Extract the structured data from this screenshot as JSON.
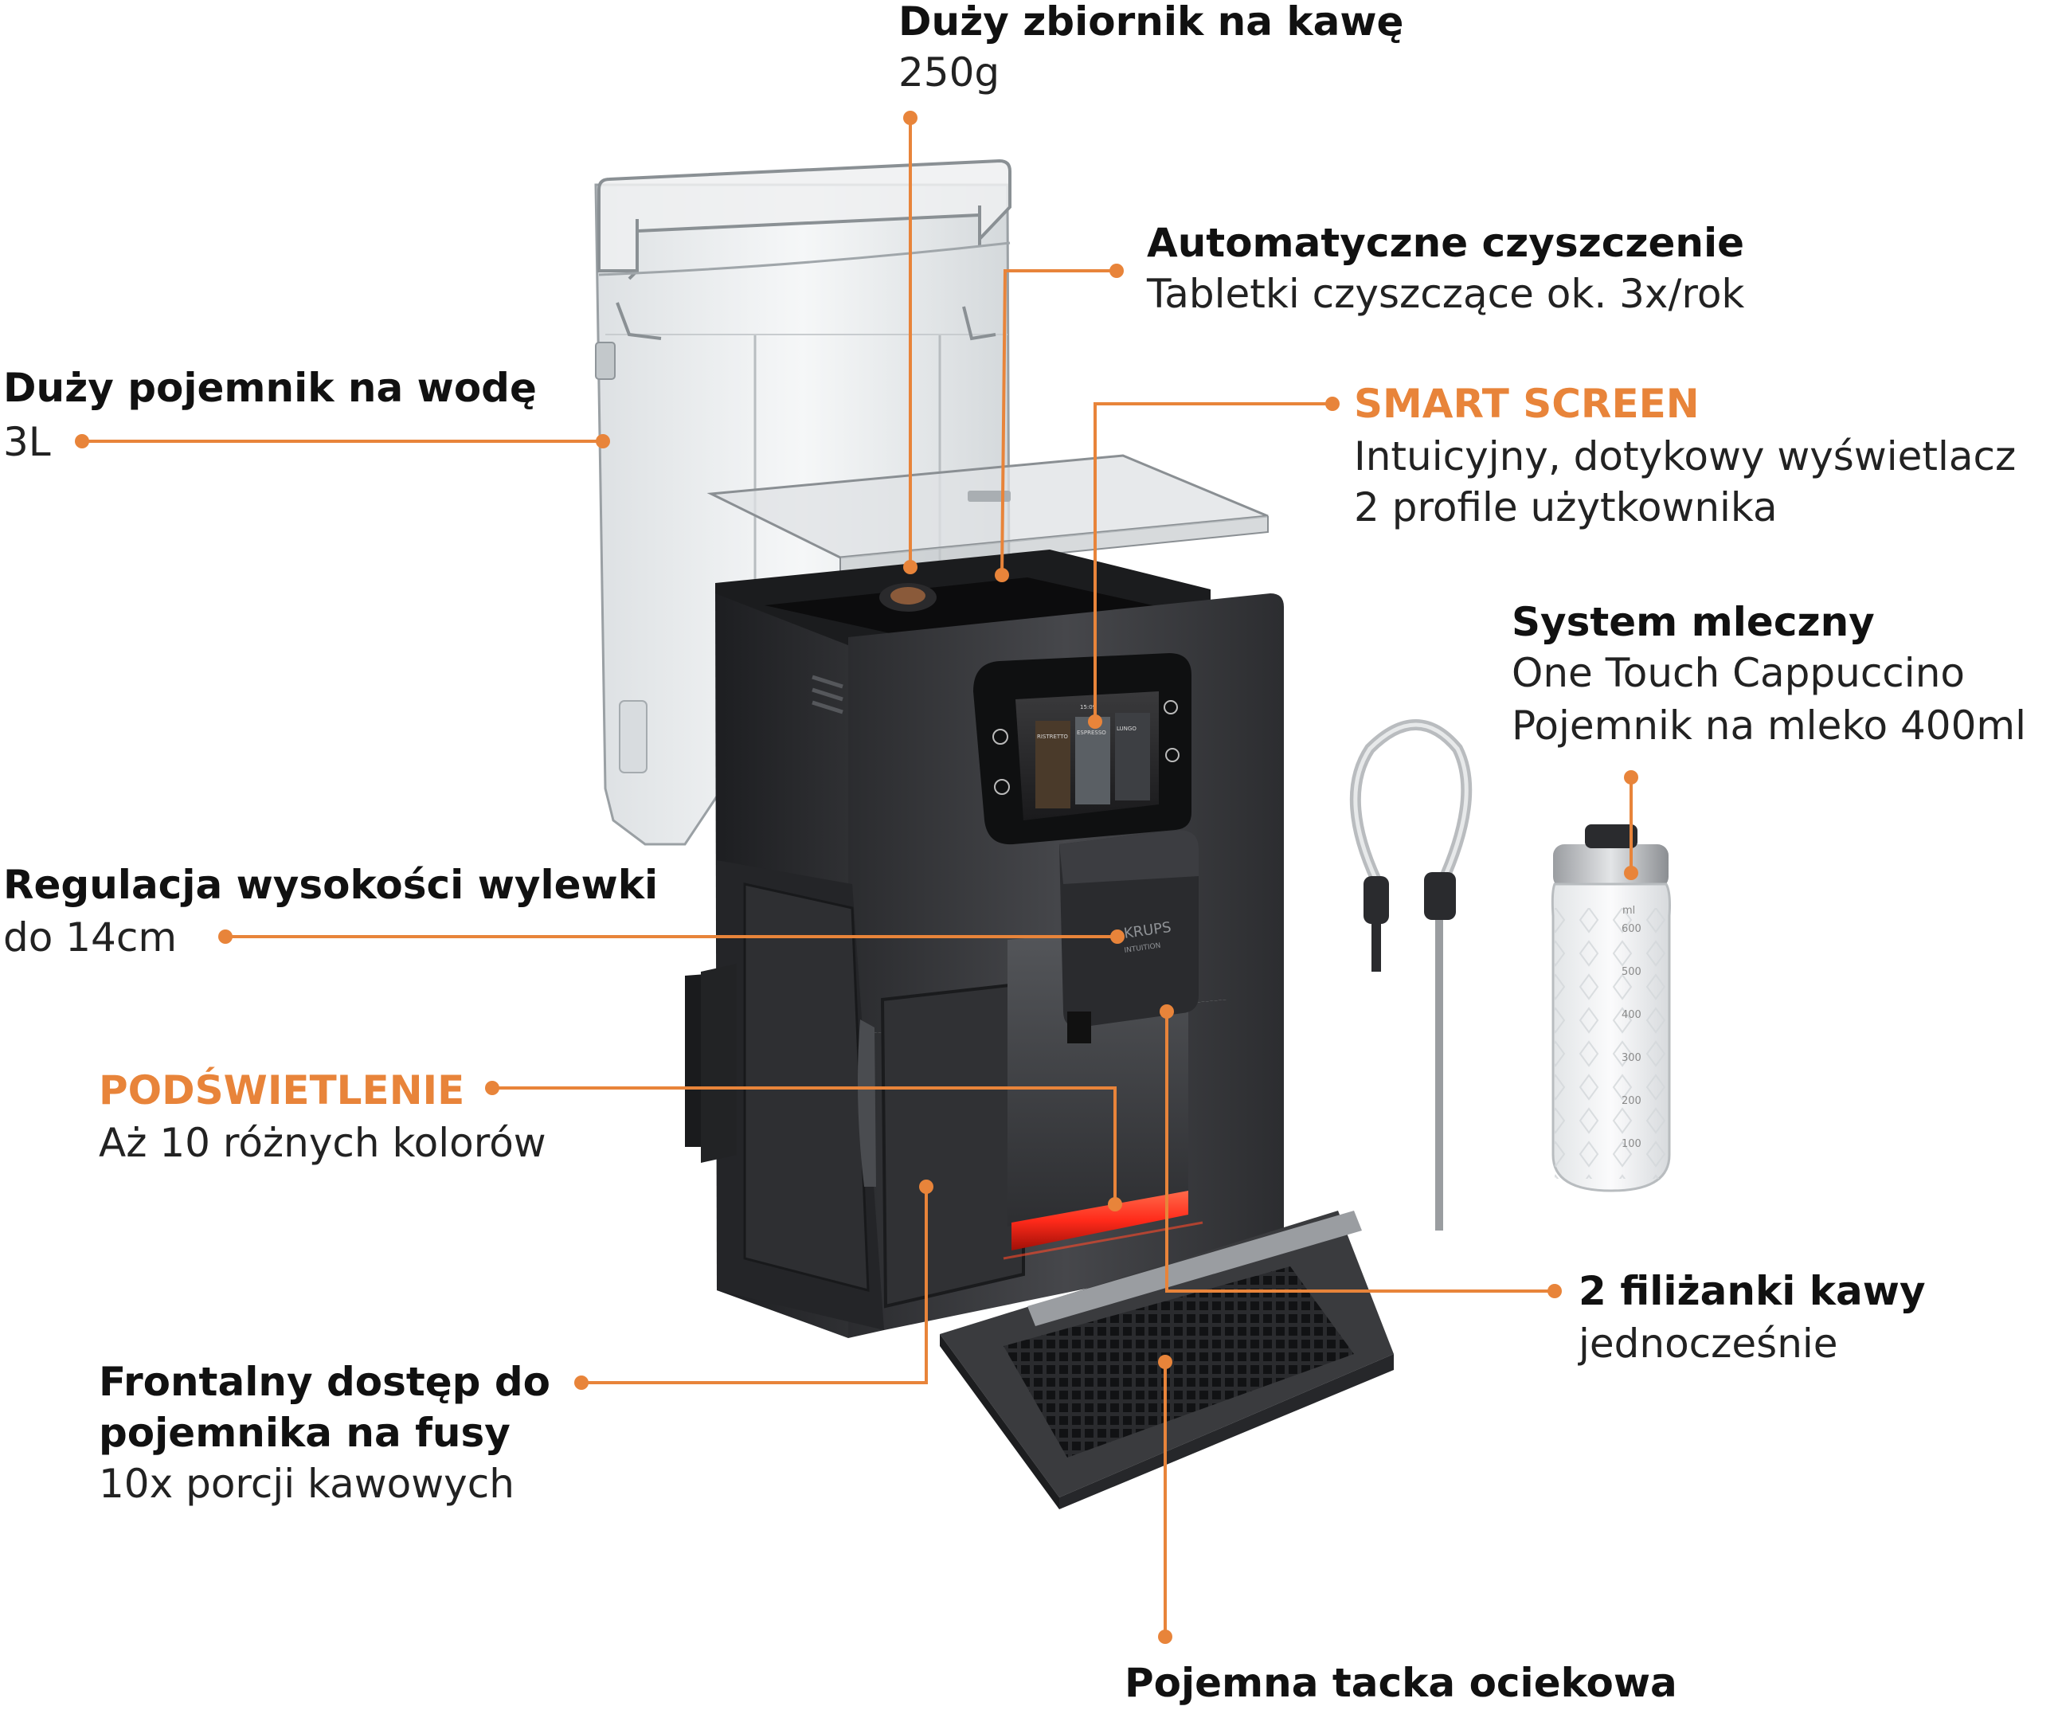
{
  "colors": {
    "accent": "#E8843A",
    "accent_text": "#E8843A",
    "body_dark": "#37383b",
    "body_shadow": "#1f2023",
    "led_red": "#ff2a1a",
    "tank_clear": "#e9ecee"
  },
  "brand": {
    "logo_text": "KRUPS",
    "model_text": "INTUITION"
  },
  "screen": {
    "time": "15:09",
    "tiles": [
      "RISTRETTO",
      "ESPRESSO",
      "LUNGO"
    ]
  },
  "jug": {
    "unit": "ml",
    "ticks": [
      "600",
      "500",
      "400",
      "300",
      "200",
      "100"
    ]
  },
  "callouts": {
    "coffee_hopper": {
      "title": "Duży zbiornik na kawę",
      "lines": [
        "250g"
      ]
    },
    "auto_clean": {
      "title": "Automatyczne czyszczenie",
      "lines": [
        "Tabletki czyszczące ok. 3x/rok"
      ]
    },
    "water_tank": {
      "title": "Duży pojemnik na wodę",
      "lines": [
        "3L"
      ]
    },
    "smart_screen": {
      "title": "SMART SCREEN",
      "lines": [
        "Intuicyjny, dotykowy wyświetlacz",
        "2 profile użytkownika"
      ]
    },
    "milk_system": {
      "title": "System mleczny",
      "lines": [
        "One Touch Cappuccino",
        "Pojemnik na mleko 400ml"
      ]
    },
    "spout_height": {
      "title": "Regulacja wysokości wylewki",
      "lines": [
        "do 14cm"
      ]
    },
    "lighting": {
      "title": "PODŚWIETLENIE",
      "lines": [
        "Aż 10 różnych kolorów"
      ]
    },
    "two_cups": {
      "title": "2 filiżanki kawy",
      "lines": [
        "jednocześnie"
      ]
    },
    "grounds_access": {
      "title_lines": [
        "Frontalny dostęp do",
        "pojemnika na fusy"
      ],
      "lines": [
        "10x porcji kawowych"
      ]
    },
    "drip_tray": {
      "title": "Pojemna tacka ociekowa",
      "lines": []
    }
  }
}
